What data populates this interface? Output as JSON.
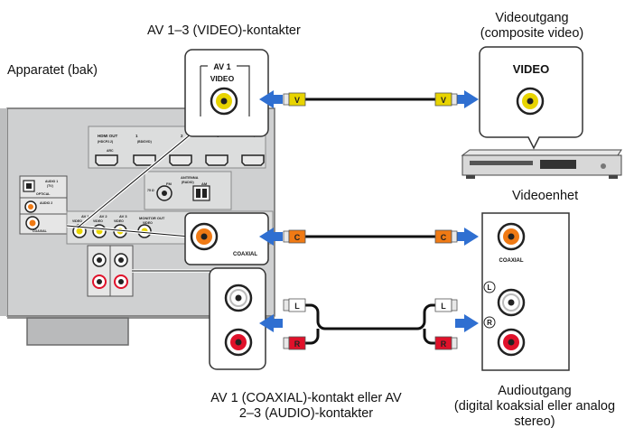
{
  "captions": {
    "av_video_jacks": "AV 1–3 (VIDEO)-kontakter",
    "device_back": "Apparatet (bak)",
    "video_out_line1": "Videoutgang",
    "video_out_line2": "(composite video)",
    "video_device": "Videoenhet",
    "audio_jacks_line1": "AV 1 (COAXIAL)-kontakt eller AV",
    "audio_jacks_line2": "2–3 (AUDIO)-kontakter",
    "audio_out_line1": "Audioutgang",
    "audio_out_line2": "(digital koaksial eller analog",
    "audio_out_line3": "stereo)"
  },
  "callouts": {
    "av1_label": "AV 1",
    "video_label": "VIDEO",
    "coaxial_label": "COAXIAL",
    "player_video_label": "VIDEO",
    "player_coaxial_label": "COAXIAL",
    "left_mark": "L",
    "right_mark": "R"
  },
  "cable_plugs": {
    "video": "V",
    "coaxial": "C",
    "left": "L",
    "right": "R"
  },
  "receiver_panel": {
    "hdmi_out": "HDMI OUT",
    "hdmi_out_sub": "(HDCP2.2)",
    "arc": "ARC",
    "bd_dvd": "(BD/DVD)",
    "hdmi_nums": [
      "1",
      "2",
      "3",
      "4"
    ],
    "antenna": "ANTENNA",
    "radio": "(RADIO)",
    "fm": "FM",
    "am": "AM",
    "ohm": "75 Ω",
    "audio1": "AUDIO 1",
    "tv": "(TV)",
    "optical": "OPTICAL",
    "audio2": "AUDIO 2",
    "coaxial": "COAXIAL",
    "av1": "AV 1",
    "av2": "AV 2",
    "av3": "AV 3",
    "video": "VIDEO",
    "monitor_out": "MONITOR OUT"
  },
  "colors": {
    "arrow_blue": "#2f6fd1",
    "video_yellow": "#e8d400",
    "coax_orange": "#f07a14",
    "audio_red": "#e0112a",
    "panel_gray": "#c9cacb"
  }
}
